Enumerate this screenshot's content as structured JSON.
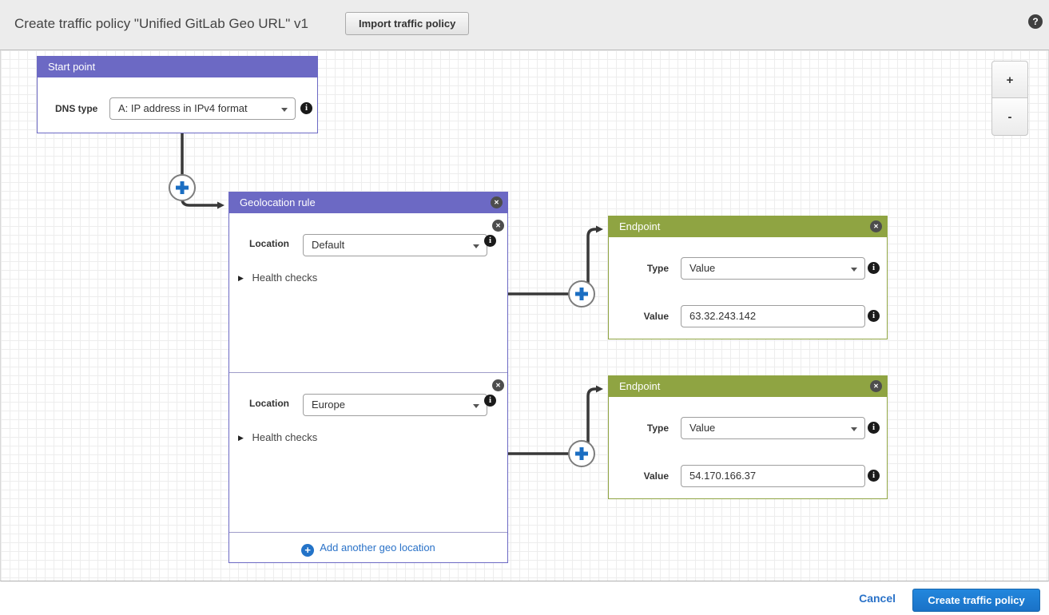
{
  "header": {
    "title": "Create traffic policy \"Unified GitLab Geo URL\" v1",
    "import_button_label": "Import traffic policy"
  },
  "icons": {
    "help_glyph": "?",
    "close_glyph": "✕",
    "info_glyph": "i",
    "plus_glyph": "+",
    "collapsed_arrow_glyph": "▶"
  },
  "canvas": {
    "start_point": {
      "title": "Start point",
      "dns_type_label": "DNS type",
      "dns_type_value": "A: IP address in IPv4 format"
    },
    "geolocation_rule": {
      "title": "Geolocation rule",
      "sections": [
        {
          "location_label": "Location",
          "location_value": "Default",
          "health_checks_label": "Health checks"
        },
        {
          "location_label": "Location",
          "location_value": "Europe",
          "health_checks_label": "Health checks"
        }
      ],
      "add_link_label": "Add another geo location"
    },
    "endpoints": [
      {
        "title": "Endpoint",
        "type_label": "Type",
        "type_value": "Value",
        "value_label": "Value",
        "value": "63.32.243.142"
      },
      {
        "title": "Endpoint",
        "type_label": "Type",
        "type_value": "Value",
        "value_label": "Value",
        "value": "54.170.166.37"
      }
    ],
    "zoom_controls": {
      "zoom_in": "+",
      "zoom_out": "-"
    }
  },
  "footer": {
    "cancel_label": "Cancel",
    "create_button_label": "Create traffic policy"
  },
  "colors": {
    "node_purple": "#6c69c4",
    "node_green": "#8fa442",
    "connector_dark": "#383838",
    "plus_blue": "#1b6ec2",
    "link_blue": "#2a72c8",
    "create_button_blue": "#1d7dd7",
    "topbar_gray": "#ececec"
  }
}
